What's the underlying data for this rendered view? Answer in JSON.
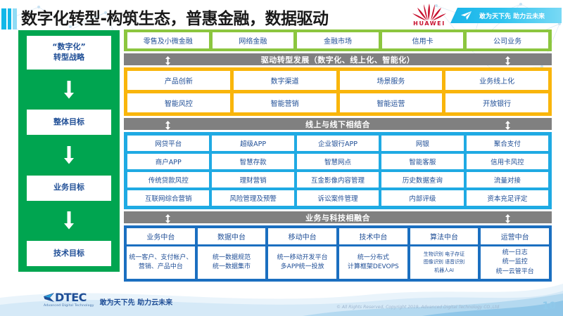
{
  "header": {
    "title": "数字化转型-构筑生态，普惠金融，数据驱动",
    "brand": "HUAWEI",
    "banner_text": "敢为天下先 助力云未来",
    "brand_color": "#c8102e",
    "banner_color": "#18b3e8"
  },
  "sidebar": {
    "bg_color": "#00A550",
    "items": [
      {
        "line1": "“数字化”",
        "line2": "转型战略"
      },
      {
        "line1": "整体目标",
        "line2": ""
      },
      {
        "line1": "业务目标",
        "line2": ""
      },
      {
        "line1": "技术目标",
        "line2": ""
      }
    ]
  },
  "business_lines": {
    "bg_color": "#8CC63F",
    "items": [
      "零售及小微金融",
      "网络金融",
      "金融市场",
      "信用卡",
      "公司业务"
    ]
  },
  "section_drive": {
    "header": "驱动转型发展（数字化、线上化、智能化）",
    "bg_color": "#F9B50B",
    "rows": [
      [
        "产品创新",
        "数字渠道",
        "场景服务",
        "业务线上化"
      ],
      [
        "智能风控",
        "智能营销",
        "智能运营",
        "开放银行"
      ]
    ]
  },
  "section_online_offline": {
    "header": "线上与线下相结合",
    "bg_color": "#1FAAE3",
    "rows": [
      [
        "网贷平台",
        "超级APP",
        "企业银行APP",
        "网银",
        "聚合支付"
      ],
      [
        "商户APP",
        "智慧存款",
        "智慧网点",
        "智能客服",
        "信用卡风控"
      ],
      [
        "传统贷款风控",
        "理财营销",
        "互金影像内容管理",
        "历史数据查询",
        "流量对接"
      ],
      [
        "互联网综合营销",
        "风险管理及预警",
        "诉讼案件管理",
        "内部评级",
        "资本充足评定"
      ]
    ]
  },
  "section_fusion": {
    "header": "业务与科技相融合",
    "bg_color": "#1B6FC0",
    "columns": [
      {
        "title": "业务中台",
        "body": "统一客户、支付帐户、营销、产品中台",
        "small": false
      },
      {
        "title": "数据中台",
        "body": "统一数据规范\n统一数据集市",
        "small": false
      },
      {
        "title": "移动中台",
        "body": "统一移动开发平台\n多APP统一投放",
        "small": false
      },
      {
        "title": "技术中台",
        "body": "统一分布式\n计算框架DEVOPS",
        "small": false
      },
      {
        "title": "算法中台",
        "body": "生物识别 电子存证\n图像识别 语音识别\n机器人AI",
        "small": true
      },
      {
        "title": "运营中台",
        "body": "统一日志\n统一监控\n统一云管平台",
        "small": false
      }
    ]
  },
  "footer": {
    "logo_text": "DTEC",
    "logo_sub": "Advanced Digital Technology",
    "slogan": "敢为天下先  助力云未来",
    "copyright": "© All Rights Reserved, Copyright 2019, Advanced Digital Technology CO.,Ltd",
    "page_number": "10"
  }
}
